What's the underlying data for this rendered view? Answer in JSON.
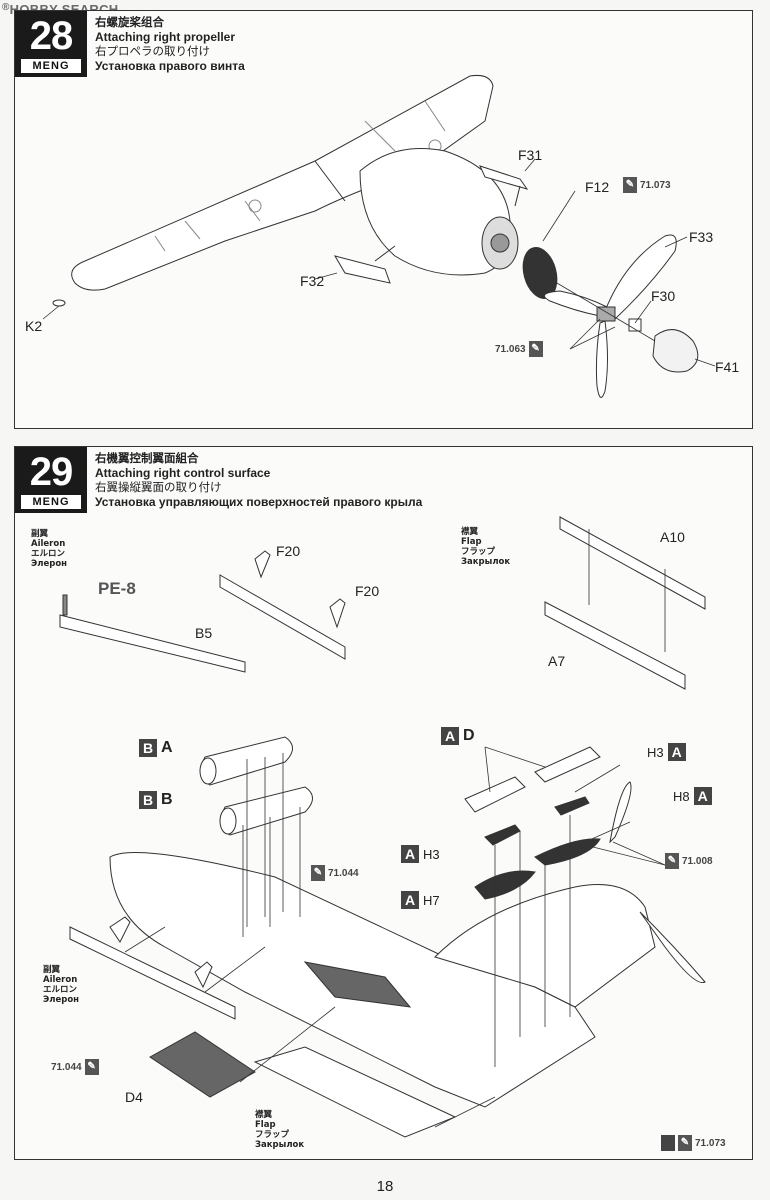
{
  "watermark": {
    "text": "HOBBY SEARCH",
    "reg": "®"
  },
  "brand": "MENG",
  "step28": {
    "number": "28",
    "title_zh": "右螺旋桨组合",
    "title_en": "Attaching right propeller",
    "title_ja": "右プロペラの取り付け",
    "title_ru": "Установка правого винта",
    "parts": {
      "F31": "F31",
      "F12": "F12",
      "F33": "F33",
      "F30": "F30",
      "F41": "F41",
      "F32": "F32",
      "K2": "K2"
    },
    "paint1": "71.073",
    "paint2": "71.063"
  },
  "step29": {
    "number": "29",
    "title_zh": "右機翼控制翼面組合",
    "title_en": "Attaching right control surface",
    "title_ja": "右翼操縦翼面の取り付け",
    "title_ru": "Установка управляющих поверхностей правого крыла",
    "aileron": {
      "zh": "副翼",
      "en": "Aileron",
      "ja": "エルロン",
      "ru": "Элерон"
    },
    "flap": {
      "zh": "襟翼",
      "en": "Flap",
      "ja": "フラップ",
      "ru": "Закрылок"
    },
    "parts": {
      "F20a": "F20",
      "F20b": "F20",
      "PE8": "PE-8",
      "B5": "B5",
      "A10": "A10",
      "A7": "A7",
      "D4": "D4"
    },
    "options": {
      "B": "B",
      "A": "A",
      "D": "D"
    },
    "pylons": {
      "H3": "H3",
      "H8": "H8",
      "H7": "H7"
    },
    "paints": {
      "p1": "71.044",
      "p2": "71.008",
      "p3": "71.044",
      "p4": "71.073"
    }
  },
  "page_number": "18"
}
